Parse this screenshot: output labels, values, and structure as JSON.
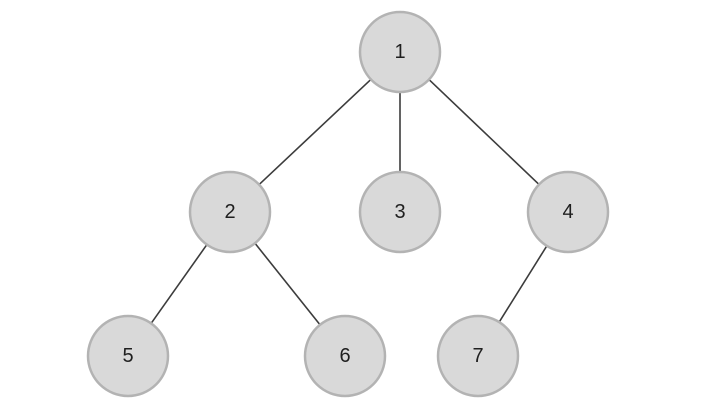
{
  "tree": {
    "nodes": [
      {
        "id": "n1",
        "label": "1"
      },
      {
        "id": "n2",
        "label": "2"
      },
      {
        "id": "n3",
        "label": "3"
      },
      {
        "id": "n4",
        "label": "4"
      },
      {
        "id": "n5",
        "label": "5"
      },
      {
        "id": "n6",
        "label": "6"
      },
      {
        "id": "n7",
        "label": "7"
      }
    ],
    "edges": [
      {
        "from": "n1",
        "to": "n2"
      },
      {
        "from": "n1",
        "to": "n3"
      },
      {
        "from": "n1",
        "to": "n4"
      },
      {
        "from": "n2",
        "to": "n5"
      },
      {
        "from": "n2",
        "to": "n6"
      },
      {
        "from": "n4",
        "to": "n7"
      }
    ],
    "colors": {
      "node_fill": "#d9d9d9",
      "node_stroke": "#b3b3b3",
      "edge": "#3c3c3c",
      "label": "#1f1f1f",
      "background": "#ffffff"
    }
  }
}
